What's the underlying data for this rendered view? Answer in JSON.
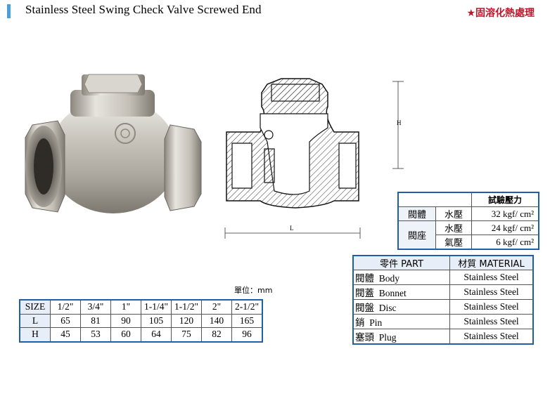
{
  "header": {
    "title": "Stainless Steel Swing Check Valve Screwed End",
    "note": "★固溶化熱處理"
  },
  "drawing": {
    "dim_h": "H",
    "dim_l": "L"
  },
  "test_pressure": {
    "header": "試驗壓力",
    "rows": [
      {
        "category": "閥體",
        "kind": "水壓",
        "value": "32 kgf/ cm²"
      },
      {
        "category": "閥座",
        "kind": "水壓",
        "value": "24 kgf/ cm²"
      },
      {
        "category": "",
        "kind": "氣壓",
        "value": "6 kgf/ cm²"
      }
    ]
  },
  "materials": {
    "part_header": "零件 PART",
    "material_header": "材質 MATERIAL",
    "rows": [
      {
        "cn": "閥體",
        "en": "Body",
        "material": "Stainless Steel"
      },
      {
        "cn": "閥蓋",
        "en": "Bonnet",
        "material": "Stainless Steel"
      },
      {
        "cn": "閥盤",
        "en": "Disc",
        "material": "Stainless Steel"
      },
      {
        "cn": "銷",
        "en": "Pin",
        "material": "Stainless Steel"
      },
      {
        "cn": "塞頭",
        "en": "Plug",
        "material": "Stainless Steel"
      }
    ]
  },
  "dimensions": {
    "unit_label": "單位：mm",
    "size_label": "SIZE",
    "sizes": [
      "1/2\"",
      "3/4\"",
      "1\"",
      "1-1/4\"",
      "1-1/2\"",
      "2\"",
      "2-1/2\""
    ],
    "l_label": "L",
    "l_values": [
      "65",
      "81",
      "90",
      "105",
      "120",
      "140",
      "165"
    ],
    "h_label": "H",
    "h_values": [
      "45",
      "53",
      "60",
      "64",
      "75",
      "82",
      "96"
    ]
  },
  "colors": {
    "accent_bar": "#4a9fd8",
    "table_border": "#1e5fa8",
    "note_red": "#c0152a"
  }
}
